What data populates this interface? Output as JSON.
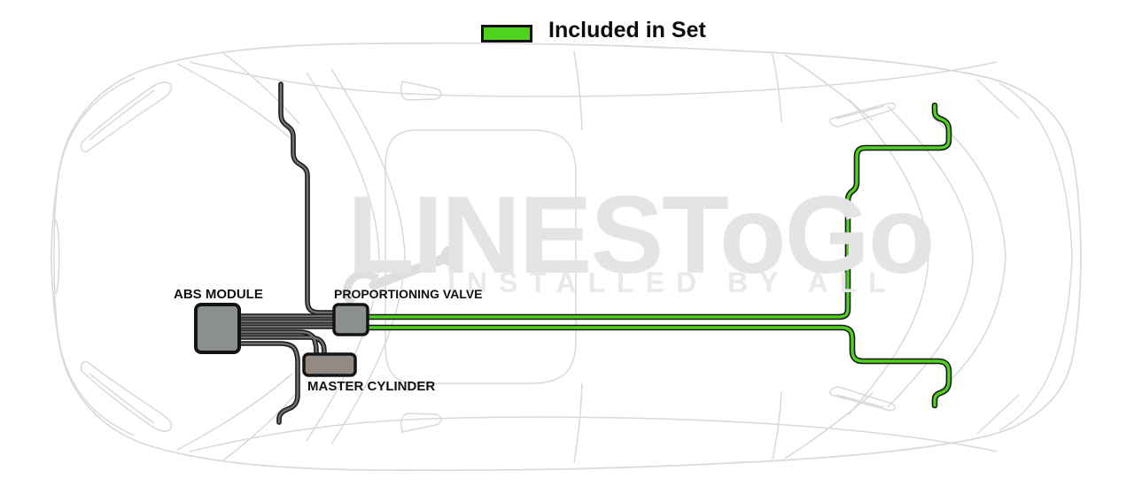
{
  "legend": {
    "label": "Included in Set"
  },
  "component_labels": {
    "abs_module": "ABS MODULE",
    "proportioning_valve": "PROPORTIONING VALVE",
    "master_cylinder": "MASTER CYLINDER"
  },
  "watermark": {
    "brand": "LINESToGo",
    "tagline": "INSTALLED BY ALL"
  },
  "colors": {
    "included-green": "#4ed31c",
    "line-gray": "#6f6f6f",
    "line-outline": "#161616",
    "box-gray": "#8c908d",
    "box-taupe": "#948a84",
    "car-outline": "#d9d9d9",
    "watermark-gray": "#e4e4e4",
    "tagline-gray": "#e9e9e9",
    "label-black": "#111111"
  }
}
